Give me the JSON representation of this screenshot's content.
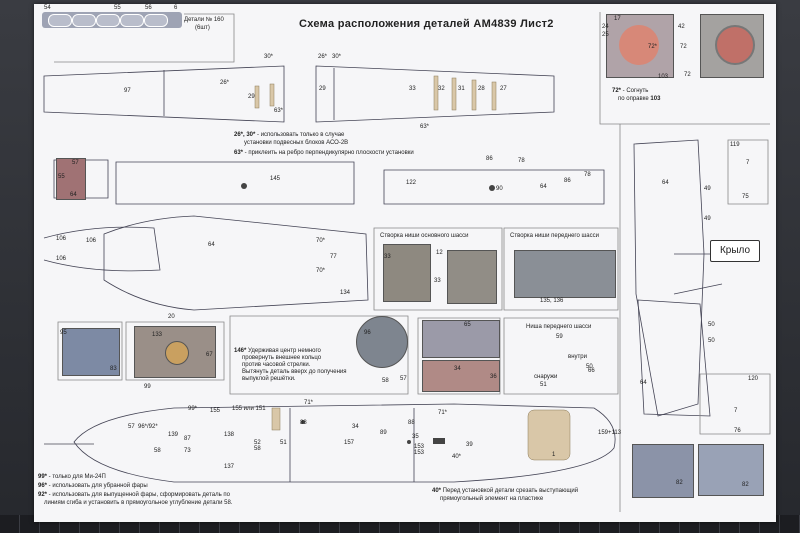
{
  "sheet": {
    "title": "Схема расположения  деталей  АМ4839  Лист2",
    "parts_label": "Детали № 160",
    "parts_unit": "(6шт)",
    "badge_numbers": [
      "54",
      "55",
      "56",
      "6"
    ]
  },
  "notes": {
    "bomb_note_ref": "26*, 30*",
    "bomb_note": " - использовать только в случае",
    "bomb_note_2": "установки подвесных блоков АСО-2В",
    "rib_note_ref": "63*",
    "rib_note": " - приклеить на ребро перпендикулярно плоскости установки",
    "bend_ref": "72*",
    "bend_note": " - Согнуть",
    "bend_note_2": "по оправке",
    "bend_mandrel": "103",
    "ring_ref": "146*",
    "ring_note_1": " Удерживая центр немного",
    "ring_note_2": "провернуть внешнее кольцо",
    "ring_note_3": "против часовой стрелки.",
    "ring_note_4": "Вытянуть деталь вверх до получения",
    "ring_note_5": "выпуклой решётки.",
    "mi24_ref": "99*",
    "mi24_note": " - только для Ми-24П",
    "lamp_ref": "96*",
    "lamp_note": " - использовать для убранной фары",
    "lamp2_ref": "92*",
    "lamp2_note": " - использовать для выпущенной фары, сформировать деталь по",
    "lamp2_note_2": "линиям сгиба и установить в прямоугольное углубление детали 58.",
    "cut_ref": "40*",
    "cut_note": " Перед установкой детали срезать выступающий",
    "cut_note_2": "прямоугольный элемент на пластике"
  },
  "captions": {
    "main_gear_door": "Створка ниши основного шасси",
    "nose_gear_door": "Створка ниши переднего шасси",
    "nose_gear_bay": "Ниша переднего шасси",
    "wing": "Крыло",
    "inside": "внутри",
    "outside": "снаружи"
  },
  "labels": {
    "top_left": [
      "97",
      "26*",
      "30*",
      "29",
      "63*"
    ],
    "top_right": [
      "30*",
      "26*",
      "29",
      "33",
      "32",
      "31",
      "28",
      "27",
      "63*"
    ],
    "top_photo": [
      "17",
      "24",
      "25",
      "72*",
      "42",
      "72",
      "72",
      "103"
    ],
    "strip": [
      "57",
      "55",
      "64",
      "145",
      "122",
      "86",
      "78",
      "90",
      "64",
      "86",
      "78"
    ],
    "mid": [
      "106",
      "106",
      "106",
      "64",
      "70*",
      "77",
      "70*",
      "134",
      "12",
      "33",
      "33",
      "135, 136"
    ],
    "bottom": [
      "95",
      "83",
      "20",
      "133",
      "67",
      "99",
      "65",
      "58",
      "57",
      "96",
      "34",
      "36",
      "59",
      "50",
      "51",
      "66"
    ],
    "fuselage": [
      "71*",
      "99*",
      "155",
      "155 или 151",
      "57",
      "96*/92*",
      "139",
      "87",
      "73",
      "58",
      "138",
      "137",
      "52",
      "58",
      "51",
      "88",
      "157",
      "34",
      "89",
      "88",
      "35",
      "153",
      "153",
      "71*",
      "39",
      "40*",
      "159+113",
      "1"
    ],
    "wing": [
      "119",
      "7",
      "75",
      "64",
      "49",
      "49",
      "50",
      "50",
      "64",
      "120",
      "7",
      "76",
      "82",
      "82"
    ]
  }
}
